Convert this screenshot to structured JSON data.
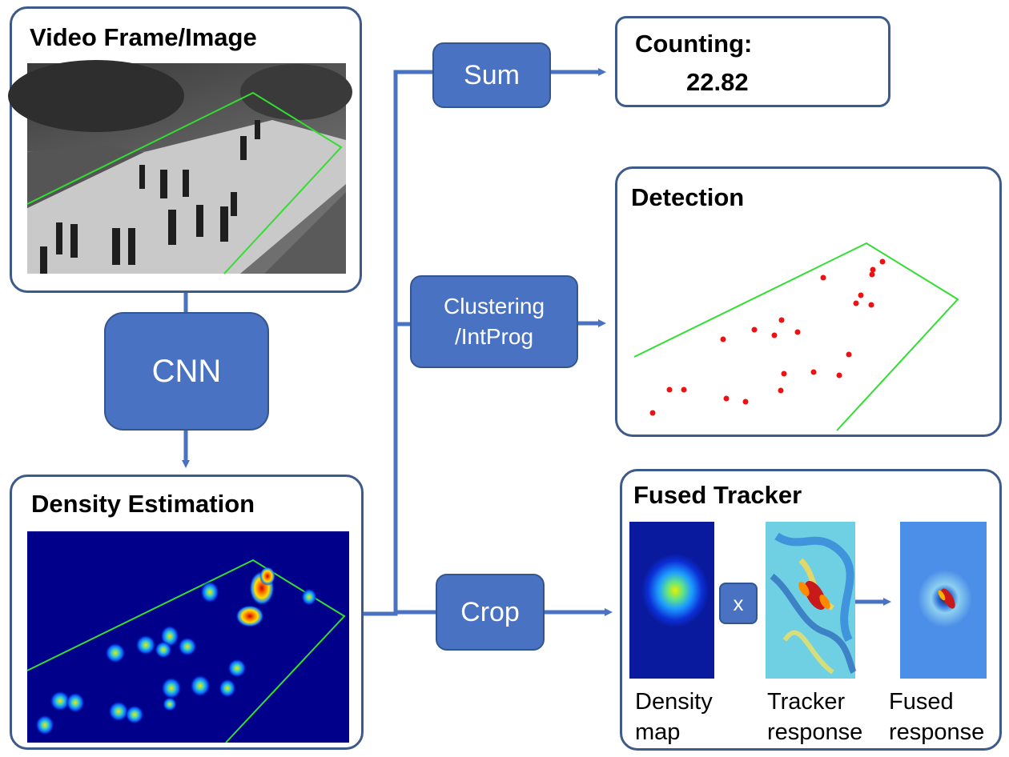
{
  "video_panel": {
    "title": "Video Frame/Image"
  },
  "cnn": {
    "label": "CNN"
  },
  "density_panel": {
    "title": "Density Estimation"
  },
  "sum": {
    "label": "Sum"
  },
  "clustering": {
    "label": "Clustering\n/IntProg"
  },
  "crop": {
    "label": "Crop"
  },
  "counting": {
    "title": "Counting:",
    "value": "22.82"
  },
  "detection": {
    "title": "Detection"
  },
  "fused": {
    "title": "Fused Tracker",
    "multiply": "x",
    "captions": [
      "Density\nmap",
      "Tracker\nresponse",
      "Fused\nresponse"
    ]
  },
  "colors": {
    "block": "#4a72c2",
    "connector": "#4a72c2",
    "panel_border": "#3d5a8a",
    "roi_line": "#33dd33",
    "detection_dot": "#ee1111",
    "heatmap_bg": "#00008b"
  }
}
